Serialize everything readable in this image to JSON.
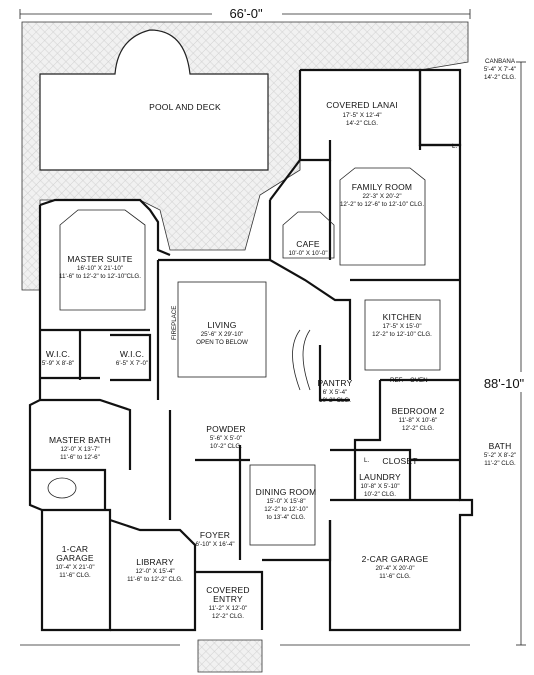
{
  "overall": {
    "width": "66'-0\"",
    "depth": "88'-10\""
  },
  "rooms": {
    "pool": {
      "name": "POOL AND DECK"
    },
    "cabana": {
      "name": "CANBANA",
      "size": "5'-4\" X 7'-4\"",
      "clg": "14'-2\" CLG."
    },
    "lanai": {
      "name": "COVERED LANAI",
      "size": "17'-5\" X 12'-4\"",
      "clg": "14'-2\" CLG."
    },
    "family": {
      "name": "FAMILY ROOM",
      "size": "22'-3\" X 20'-2\"",
      "clg": "12'-2\" to 12'-6\" to 12'-10\" CLG."
    },
    "cafe": {
      "name": "CAFE",
      "size": "10'-0\" X 10'-0\""
    },
    "master": {
      "name": "MASTER SUITE",
      "size": "16'-10\" X 21'-10\"",
      "clg": "11'-6\" to 12'-2\" to 12'-10\"CLG."
    },
    "living": {
      "name": "LIVING",
      "size": "25'-6\" X 29'-10\"",
      "note": "OPEN TO BELOW"
    },
    "kitchen": {
      "name": "KITCHEN",
      "size": "17'-5\" X 15'-0\"",
      "clg": "12'-2\" to 12'-10\" CLG."
    },
    "wic1": {
      "name": "W.I.C.",
      "size": "5'-9\" X 8'-8\""
    },
    "wic2": {
      "name": "W.I.C.",
      "size": "6'-5\" X 7'-0\""
    },
    "pantry": {
      "name": "PANTRY",
      "size": "6' X 5'-4\"",
      "clg": "10'-2\" CLG."
    },
    "bedroom2": {
      "name": "BEDROOM 2",
      "size": "11'-8\" X 10'-6\"",
      "clg": "12'-2\" CLG."
    },
    "powder": {
      "name": "POWDER",
      "size": "5'-6\" X 5'-0\"",
      "clg": "10'-2\" CLG."
    },
    "masterbath": {
      "name": "MASTER BATH",
      "size": "12'-0\" X 13'-7\"",
      "clg": "11'-6\" to 12'-6\""
    },
    "bath": {
      "name": "BATH",
      "size": "5'-2\" X 8'-2\"",
      "clg": "11'-2\" CLG."
    },
    "closet": {
      "name": "CLOSET"
    },
    "laundry": {
      "name": "LAUNDRY",
      "size": "10'-8\" X 5'-10\"",
      "clg": "10'-2\" CLG."
    },
    "dining": {
      "name": "DINING ROOM",
      "size": "15'-0\" X 15'-8\"",
      "clg1": "12'-2\" to 12'-10\"",
      "clg2": "to 13'-4\" CLG."
    },
    "garage1": {
      "name1": "1-CAR",
      "name2": "GARAGE",
      "size": "10'-4\" X 21'-0\"",
      "clg": "11'-6\" CLG."
    },
    "library": {
      "name": "LIBRARY",
      "size": "12'-0\" X 15'-4\"",
      "clg": "11'-6\" to 12'-2\" CLG."
    },
    "foyer": {
      "name": "FOYER",
      "size": "6'-10\" X 16'-4\""
    },
    "entry": {
      "name1": "COVERED",
      "name2": "ENTRY",
      "size": "11'-2\" X 12'-0\"",
      "clg": "12'-2\" CLG."
    },
    "garage2": {
      "name": "2-CAR GARAGE",
      "size": "20'-4\" X 20'-0\"",
      "clg": "11'-6\" CLG."
    }
  },
  "small": {
    "l": "L.",
    "ref": "REF.",
    "oven": "OVEN",
    "fireplace": "FIREPLACE"
  }
}
